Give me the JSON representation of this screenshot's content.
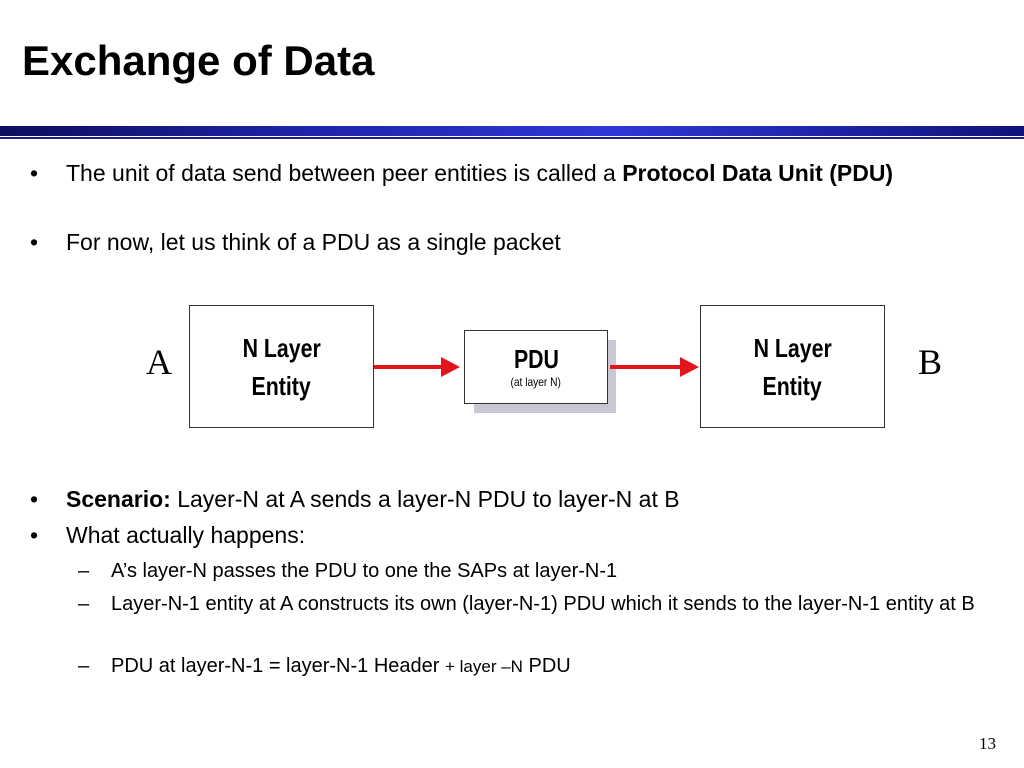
{
  "slide": {
    "title": "Exchange of Data",
    "page_number": "13"
  },
  "bullets_top": [
    {
      "text_before": "The unit of data send between peer entities  is called a ",
      "bold": "Protocol Data Unit (PDU)"
    },
    {
      "text": "For now, let us think of a PDU as a single packet"
    }
  ],
  "diagram": {
    "left_label": "A",
    "right_label": "B",
    "left_entity": {
      "line1": "N Layer",
      "line2": "Entity"
    },
    "right_entity": {
      "line1": "N Layer",
      "line2": "Entity"
    },
    "pdu": {
      "label": "PDU",
      "sublabel": "(at layer N)"
    },
    "arrow_color": "#e3151a"
  },
  "bullets_bottom": [
    {
      "bold": "Scenario:",
      "text_after": " Layer-N at A sends a layer-N PDU to layer-N at B"
    },
    {
      "text": "What actually happens:",
      "sub": [
        {
          "text": "A’s layer-N passes the PDU to one the  SAPs at layer-N-1"
        },
        {
          "text": "Layer-N-1 entity at A constructs its own (layer-N-1) PDU which it sends to the layer-N-1 entity at B"
        },
        {
          "text_before": "PDU at layer-N-1 =  layer-N-1 Header  ",
          "small": "+ layer –N",
          "text_after": " PDU"
        }
      ]
    }
  ],
  "glyphs": {
    "bullet": "•",
    "dash": "–"
  }
}
